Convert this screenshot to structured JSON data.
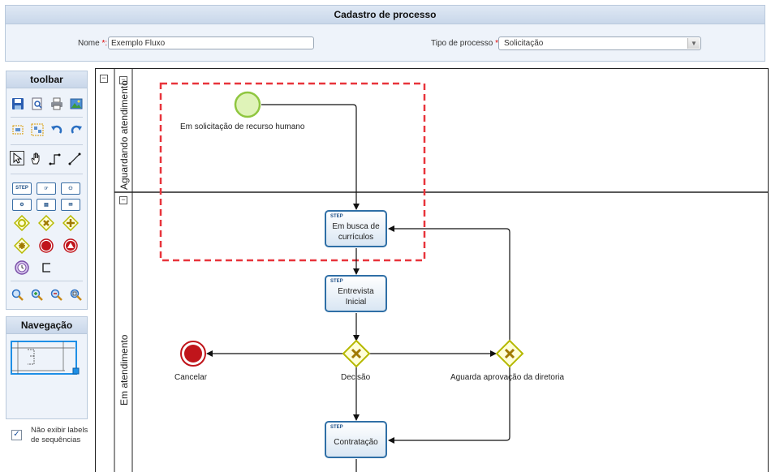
{
  "header": {
    "title": "Cadastro de processo",
    "nome_label": "Nome",
    "nome_value": "Exemplo Fluxo",
    "tipo_label": "Tipo de processo",
    "tipo_value": "Solicitação",
    "required_mark": "*:"
  },
  "toolbar": {
    "title": "toolbar",
    "icons": [
      "save-icon",
      "preview-icon",
      "print-icon",
      "image-icon",
      "select-all-icon",
      "group-icon",
      "undo-icon",
      "redo-icon",
      "pointer-icon",
      "hand-icon",
      "connector-icon",
      "line-icon",
      "step-task-icon",
      "manual-task-icon",
      "user-task-icon",
      "script-task-icon",
      "service-task-icon",
      "message-task-icon",
      "gateway-icon",
      "exclusive-gateway-icon",
      "parallel-gateway-icon",
      "complex-gateway-icon",
      "end-event-icon",
      "error-end-event-icon",
      "timer-event-icon",
      "annotation-icon",
      "zoom-icon",
      "zoom-in-icon",
      "zoom-out-icon",
      "zoom-fit-icon"
    ],
    "step_label": "STEP"
  },
  "navigation": {
    "title": "Navegação"
  },
  "options": {
    "hide_labels_text": "Não exibir labels de sequências",
    "hide_labels_checked": "✓"
  },
  "diagram": {
    "lanes": [
      "Aguardando atendimento",
      "Em atendimento"
    ],
    "start_event_label": "Em solicitação de recurso humano",
    "tasks": [
      {
        "step": "STEP",
        "name": "Em busca de currículos"
      },
      {
        "step": "STEP",
        "name": "Entrevista Inicial"
      },
      {
        "step": "STEP",
        "name": "Contratação"
      }
    ],
    "gateway_decision_label": "Decisão",
    "gateway_approval_label": "Aguarda aprovação da diretoria",
    "end_event_label": "Cancelar",
    "collapse_symbol": "−",
    "colors": {
      "task_border": "#2f6fa6",
      "gateway": "#b5b800",
      "start_event": "#8fc63f",
      "end_event": "#c0151b",
      "selection": "#e8343b"
    }
  }
}
